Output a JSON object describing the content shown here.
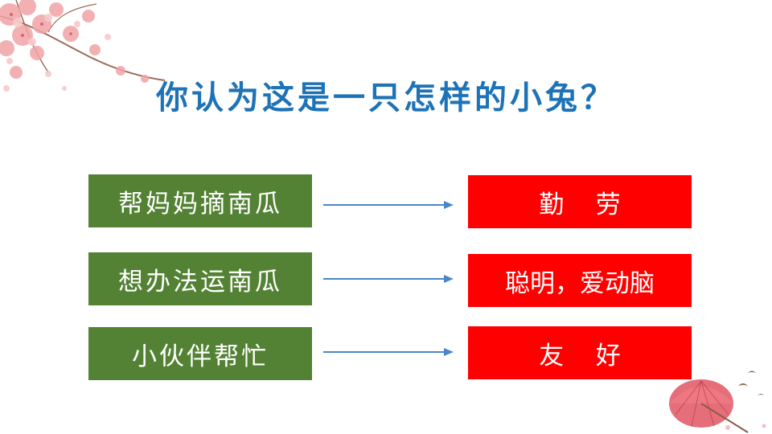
{
  "slide": {
    "question": "你认为这是一只怎样的小兔？",
    "rows": [
      {
        "action": "帮妈妈摘南瓜",
        "trait": "勤    劳"
      },
      {
        "action": "想办法运南瓜",
        "trait": "聪明，爱动脑"
      },
      {
        "action": "小伙伴帮忙",
        "trait": "友    好"
      }
    ]
  },
  "colors": {
    "question_text": "#1e73b7",
    "action_box": "#548235",
    "trait_box": "#ff0000",
    "arrow": "#4a86c8",
    "blossom": "#f2a3a6",
    "umbrella": "#e05563"
  },
  "icons": {
    "top_left": "cherry-blossom-branch",
    "bottom_right": "paper-umbrella-with-birds"
  }
}
